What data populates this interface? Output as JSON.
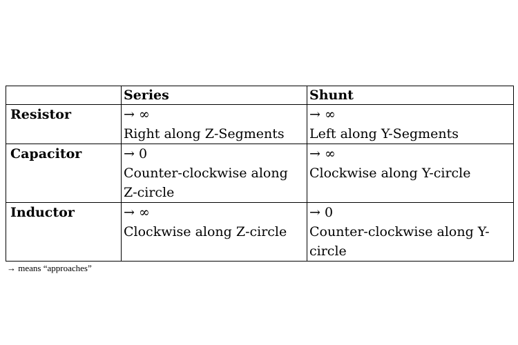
{
  "table": {
    "headers": [
      "",
      "Series",
      "Shunt"
    ],
    "rows": [
      {
        "label": "Resistor",
        "series": {
          "limit": "→ ∞",
          "desc": "Right along Z-Segments"
        },
        "shunt": {
          "limit": "→ ∞",
          "desc": "Left along Y-Segments"
        }
      },
      {
        "label": "Capacitor",
        "series": {
          "limit": "→ 0",
          "desc": "Counter-clockwise along Z-circle"
        },
        "shunt": {
          "limit": "→ ∞",
          "desc": "Clockwise along Y-circle"
        }
      },
      {
        "label": "Inductor",
        "series": {
          "limit": "→ ∞",
          "desc": "Clockwise along Z-circle"
        },
        "shunt": {
          "limit": "→ 0",
          "desc": "Counter-clockwise along Y-circle"
        }
      }
    ]
  },
  "footnote": "→ means “approaches”"
}
